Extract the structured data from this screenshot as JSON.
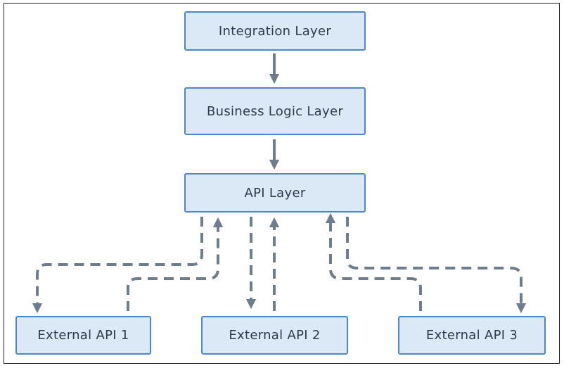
{
  "diagram": {
    "nodes": {
      "integration": "Integration Layer",
      "business": "Business Logic Layer",
      "api": "API Layer",
      "ext1": "External API 1",
      "ext2": "External API 2",
      "ext3": "External API 3"
    },
    "edges": [
      {
        "from": "Integration Layer",
        "to": "Business Logic Layer",
        "style": "solid"
      },
      {
        "from": "Business Logic Layer",
        "to": "API Layer",
        "style": "solid"
      },
      {
        "from": "API Layer",
        "to": "External API 1",
        "style": "dashed"
      },
      {
        "from": "External API 1",
        "to": "API Layer",
        "style": "dashed"
      },
      {
        "from": "API Layer",
        "to": "External API 2",
        "style": "dashed"
      },
      {
        "from": "External API 2",
        "to": "API Layer",
        "style": "dashed"
      },
      {
        "from": "API Layer",
        "to": "External API 3",
        "style": "dashed"
      },
      {
        "from": "External API 3",
        "to": "API Layer",
        "style": "dashed"
      }
    ]
  },
  "colors": {
    "box_fill": "#dbe8f6",
    "box_border": "#4a86c8",
    "arrow": "#6e7c8c",
    "text": "#2c3b4c",
    "frame": "#222222"
  }
}
